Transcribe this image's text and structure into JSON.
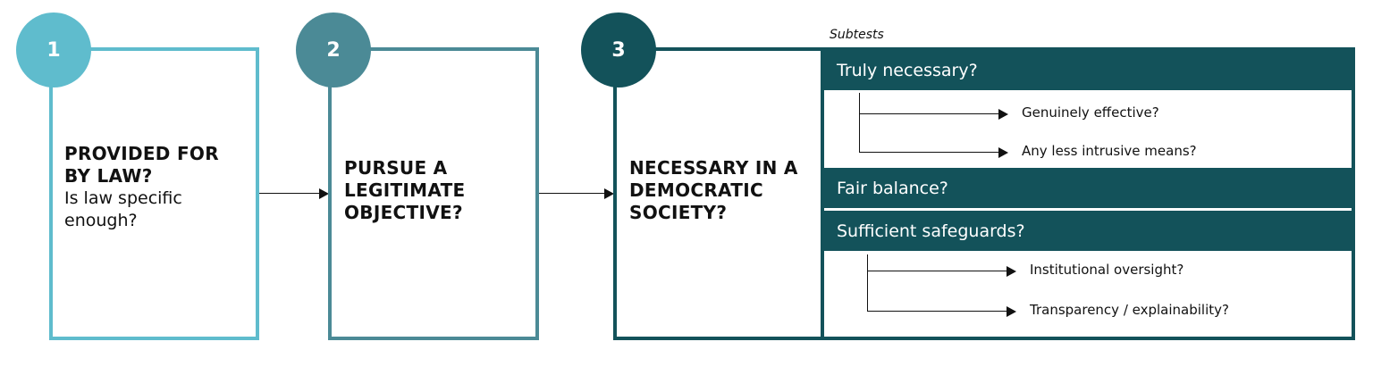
{
  "steps": [
    {
      "number": "1",
      "title": "PROVIDED FOR\nBY LAW?",
      "subtitle": "Is law specific\nenough?",
      "color": "#5fbccd"
    },
    {
      "number": "2",
      "title": "PURSUE A\nLEGITIMATE\nOBJECTIVE?",
      "subtitle": "",
      "color": "#4b8a96"
    },
    {
      "number": "3",
      "title": "NECESSARY IN A\nDEMOCRATIC\nSOCIETY?",
      "subtitle": "",
      "color": "#13525a"
    }
  ],
  "subtests": {
    "label": "Subtests",
    "tests": [
      {
        "title": "Truly necessary?",
        "items": [
          "Genuinely effective?",
          "Any less intrusive means?"
        ]
      },
      {
        "title": "Fair balance?",
        "items": []
      },
      {
        "title": "Sufficient safeguards?",
        "items": [
          "Institutional oversight?",
          "Transparency / explainability?"
        ]
      }
    ]
  }
}
